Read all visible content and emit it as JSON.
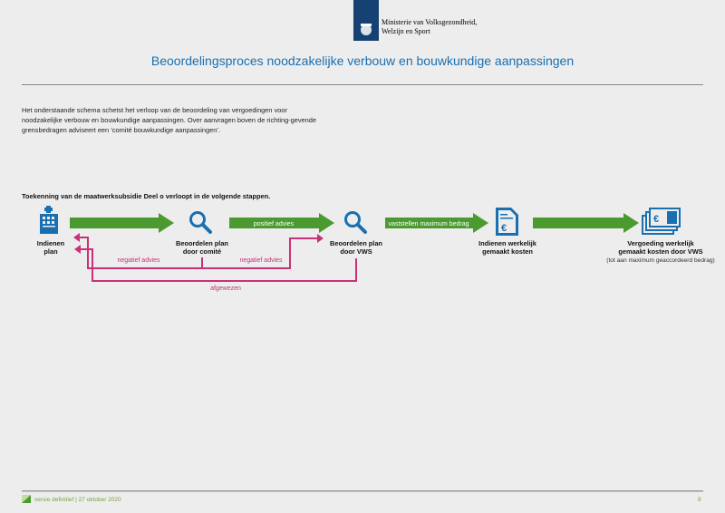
{
  "header": {
    "ministry_line1": "Ministerie van Volksgezondheid,",
    "ministry_line2": "Welzijn en Sport",
    "title": "Beoordelingsproces noodzakelijke verbouw en bouwkundige aanpassingen"
  },
  "intro": "Het onderstaande schema schetst het verloop van de beoordeling van vergoedingen voor noodzakelijke verbouw en bouwkundige aanpassingen. Over aanvragen boven de richting-gevende grensbedragen adviseert een ‘comité bouwkundige aanpassingen’.",
  "subtitle": "Toekenning van de maatwerksubsidie Deel o verloopt in de volgende stappen.",
  "steps": [
    {
      "line1": "Indienen",
      "line2": "plan",
      "icon": "hospital-icon"
    },
    {
      "line1": "Beoordelen plan",
      "line2": "door comité",
      "icon": "magnifier-icon"
    },
    {
      "line1": "Beoordelen plan",
      "line2": "door VWS",
      "icon": "magnifier-icon"
    },
    {
      "line1": "Indienen werkelijk",
      "line2": "gemaakt kosten",
      "icon": "invoice-euro-icon"
    },
    {
      "line1": "Vergoeding werkelijk",
      "line2": "gemaakt kosten door VWS",
      "note": "(tot aan maximum geaccordeerd bedrag)",
      "icon": "money-euro-icon"
    }
  ],
  "arrows": {
    "positive": "positief advies",
    "max": "vaststellen maximum bedrag",
    "negative1": "negatief advies",
    "negative2": "negatief advies",
    "rejected": "afgewezen"
  },
  "colors": {
    "green": "#4b9a2f",
    "blue": "#1a6fb0",
    "magenta": "#c8317a"
  },
  "footer": {
    "text": "versie definitief | 27 oktober 2020",
    "page": "8"
  }
}
